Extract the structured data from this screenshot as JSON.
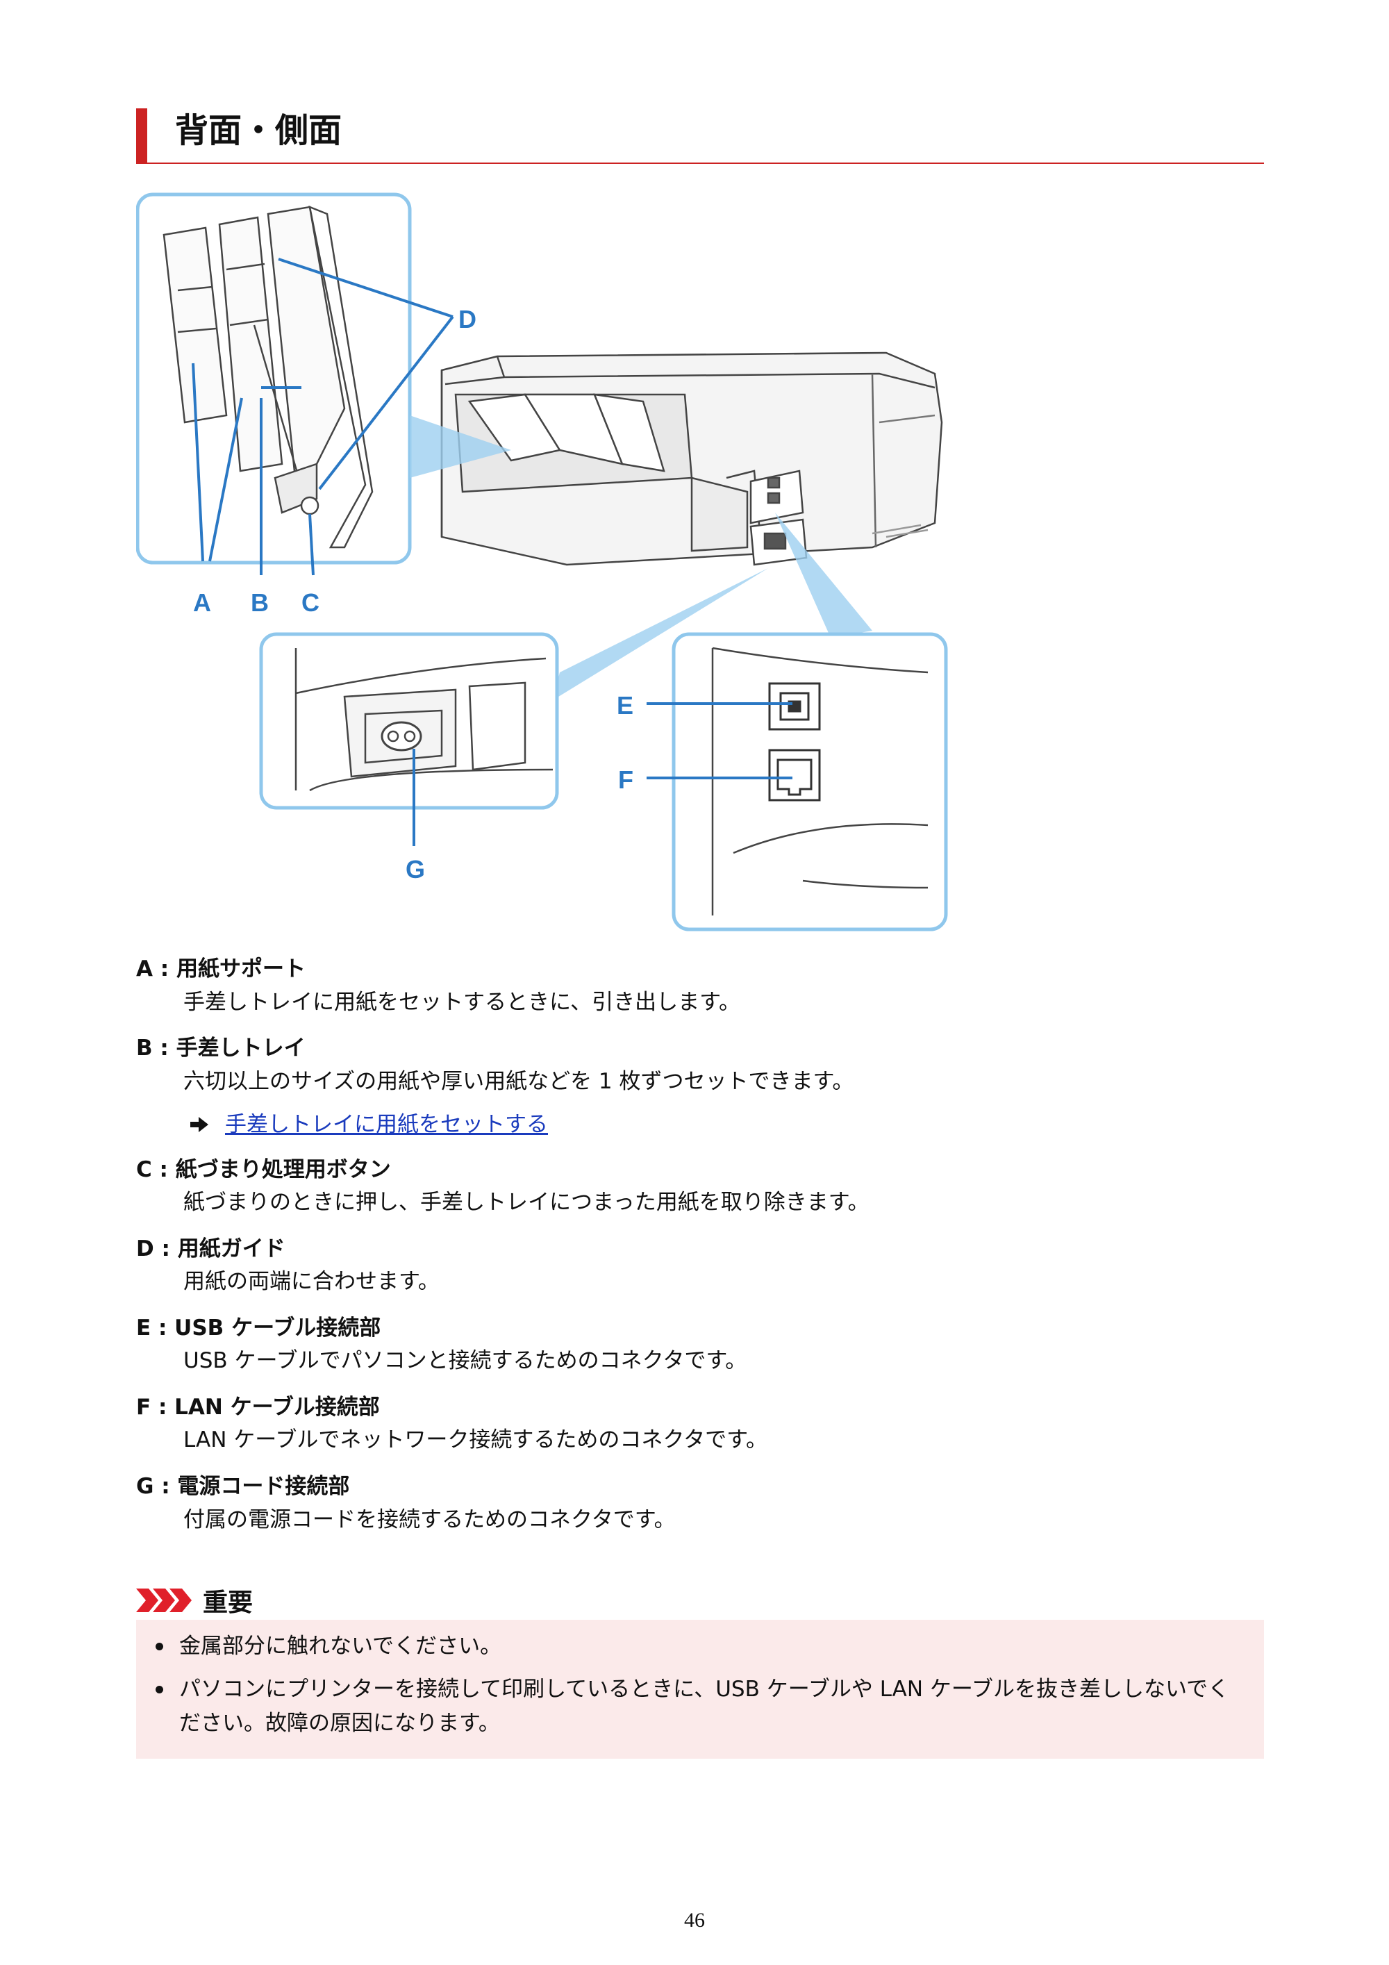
{
  "heading": {
    "title": "背面・側面",
    "accent_color": "#cc2222"
  },
  "figure": {
    "callout_color": "#2a78c4",
    "labels": {
      "a": "A",
      "b": "B",
      "c": "C",
      "d": "D",
      "e": "E",
      "f": "F",
      "g": "G"
    }
  },
  "items": [
    {
      "term": "A : 用紙サポート",
      "desc": "手差しトレイに用紙をセットするときに、引き出します。"
    },
    {
      "term": "B : 手差しトレイ",
      "desc": "六切以上のサイズの用紙や厚い用紙などを 1 枚ずつセットできます。",
      "link": "手差しトレイに用紙をセットする"
    },
    {
      "term": "C : 紙づまり処理用ボタン",
      "desc": "紙づまりのときに押し、手差しトレイにつまった用紙を取り除きます。"
    },
    {
      "term": "D : 用紙ガイド",
      "desc": "用紙の両端に合わせます。"
    },
    {
      "term": "E : USB ケーブル接続部",
      "desc": "USB ケーブルでパソコンと接続するためのコネクタです。"
    },
    {
      "term": "F : LAN ケーブル接続部",
      "desc": "LAN ケーブルでネットワーク接続するためのコネクタです。"
    },
    {
      "term": "G : 電源コード接続部",
      "desc": "付属の電源コードを接続するためのコネクタです。"
    }
  ],
  "important": {
    "title": "重要",
    "icon": "triple-chevron-icon",
    "icon_color": "#e0202a",
    "box_color": "#fbeaea",
    "bullets": [
      "金属部分に触れないでください。",
      "パソコンにプリンターを接続して印刷しているときに、USB ケーブルや LAN ケーブルを抜き差ししないでください。故障の原因になります。"
    ]
  },
  "footer": {
    "page_number": "46"
  },
  "link_color": "#1a3bbd"
}
